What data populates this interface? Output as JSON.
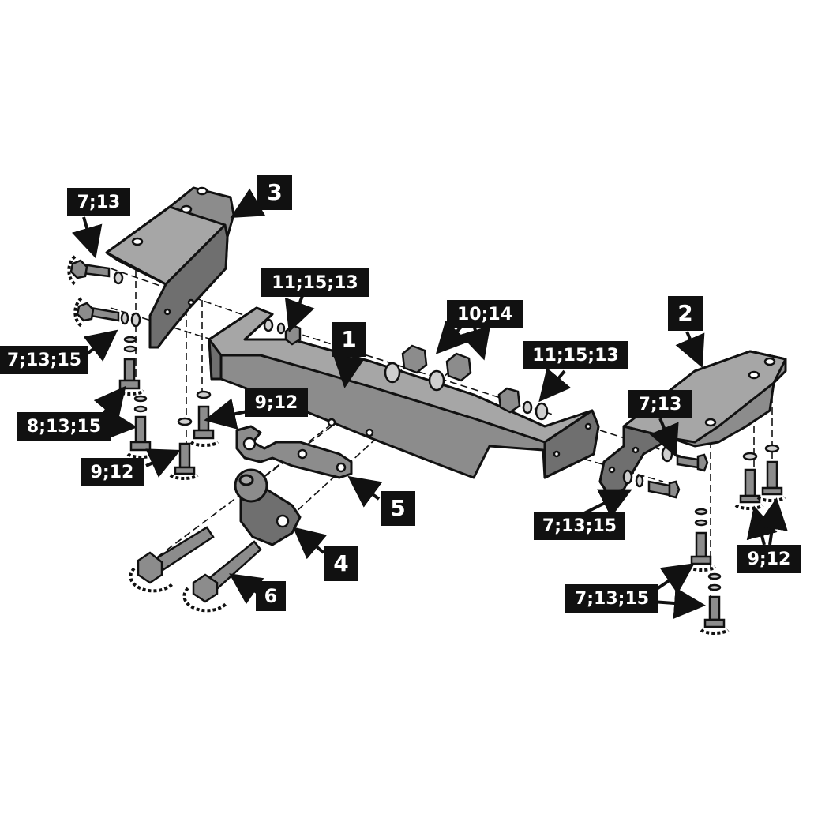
{
  "labels": {
    "part_1": "1",
    "part_2": "2",
    "part_3": "3",
    "part_4": "4",
    "part_5": "5",
    "part_6": "6",
    "l_7_13_top_left": "7;13",
    "l_7_13_15_left": "7;13;15",
    "l_8_13_15": "8;13;15",
    "l_9_12_left_bottom": "9;12",
    "l_9_12_left_mid": "9;12",
    "l_11_15_13_left": "11;15;13",
    "l_10_14": "10;14",
    "l_11_15_13_right": "11;15;13",
    "l_7_13_right": "7;13",
    "l_7_13_15_right_mid": "7;13;15",
    "l_9_12_right": "9;12",
    "l_7_13_15_right_bottom": "7;13;15"
  }
}
